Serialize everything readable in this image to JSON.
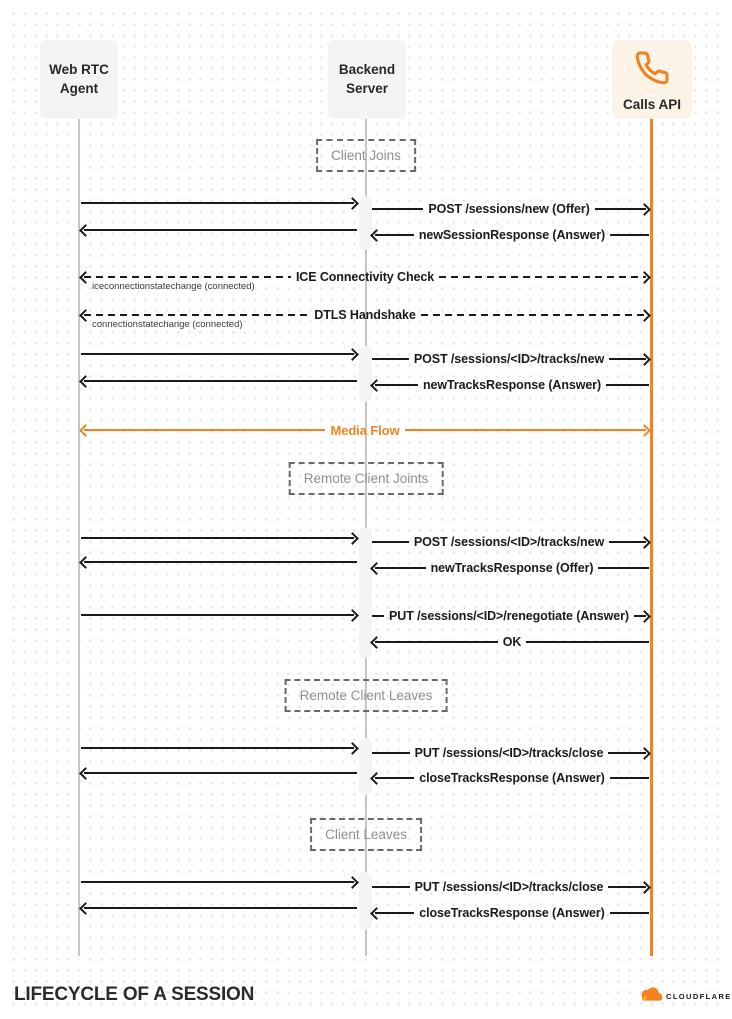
{
  "actors": {
    "webrtc": {
      "line1": "Web RTC",
      "line2": "Agent"
    },
    "backend": {
      "line1": "Backend",
      "line2": "Server"
    },
    "calls": {
      "label": "Calls API",
      "icon": "phone-icon"
    }
  },
  "sections": {
    "client_joins": "Client Joins",
    "remote_client_joins": "Remote Client Joints",
    "remote_client_leaves": "Remote Client Leaves",
    "client_leaves": "Client Leaves"
  },
  "messages": {
    "post_sessions_new": "POST /sessions/new (Offer)",
    "new_session_response": "newSessionResponse (Answer)",
    "ice_check": "ICE Connectivity Check",
    "ice_note": "iceconnectionstatechange (connected)",
    "dtls_handshake": "DTLS Handshake",
    "dtls_note": "connectionstatechange (connected)",
    "post_tracks_new_1": "POST /sessions/<ID>/tracks/new",
    "new_tracks_response_answer_1": "newTracksResponse (Answer)",
    "media_flow": "Media Flow",
    "post_tracks_new_2": "POST /sessions/<ID>/tracks/new",
    "new_tracks_response_offer": "newTracksResponse (Offer)",
    "put_renegotiate": "PUT /sessions/<ID>/renegotiate (Answer)",
    "ok": "OK",
    "put_tracks_close_1": "PUT /sessions/<ID>/tracks/close",
    "close_tracks_response_1": "closeTracksResponse (Answer)",
    "put_tracks_close_2": "PUT /sessions/<ID>/tracks/close",
    "close_tracks_response_2": "closeTracksResponse (Answer)"
  },
  "footer": {
    "title": "LIFECYCLE OF A SESSION",
    "brand": "CLOUDFLARE"
  },
  "colors": {
    "accent": "#F6821F",
    "accent_bg": "#FDF3E7",
    "actor_bg": "#F4F4F5",
    "lifeline": "#C6C6C6",
    "arrow": "#1A1A1A",
    "muted_text": "#8F8F8F"
  }
}
